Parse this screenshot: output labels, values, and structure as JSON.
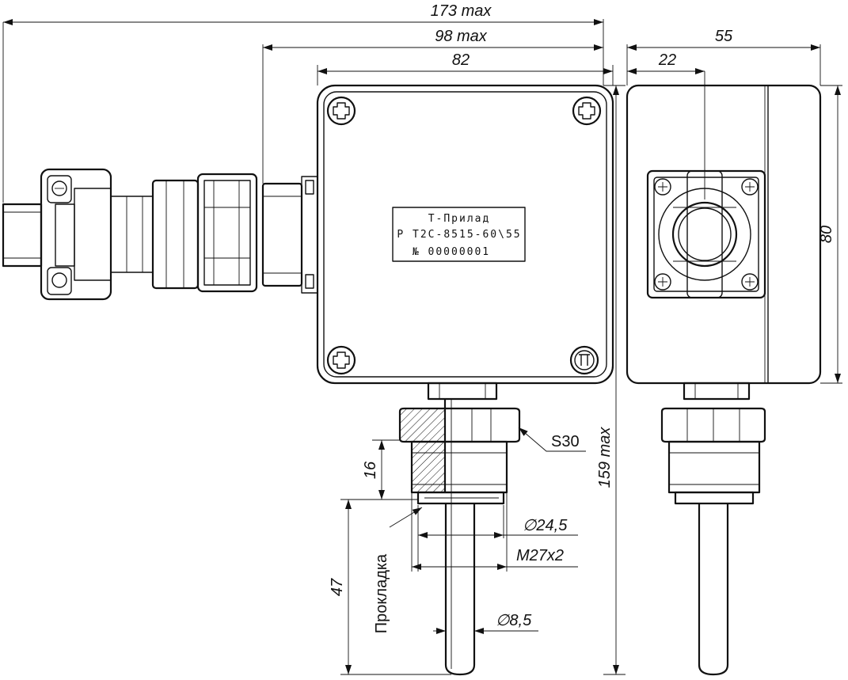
{
  "dimensions": {
    "overall_length": "173 max",
    "housing_with_gland": "98 max",
    "housing_width": "82",
    "side_width": "55",
    "side_offset": "22",
    "side_height": "80",
    "total_height": "159 max",
    "thread_height": "16",
    "probe_length": "47",
    "hex_size": "S30",
    "seat_diameter": "∅24,5",
    "thread_spec": "M27x2",
    "probe_diameter": "∅8,5"
  },
  "labels": {
    "gasket": "Прокладка"
  },
  "nameplate": {
    "line1": "Т-Прилад",
    "line2": "Р Т2С-8515-60\\55",
    "line3": "№  00000001"
  },
  "logo": "ТП"
}
